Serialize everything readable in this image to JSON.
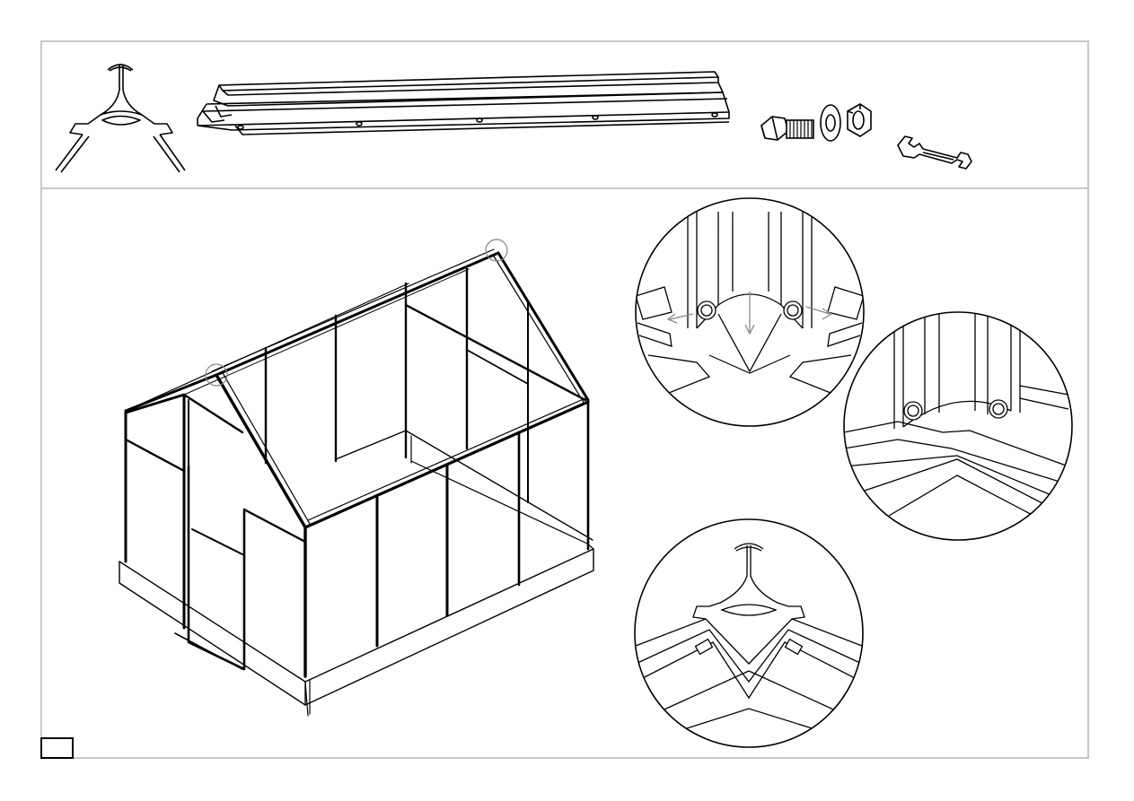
{
  "page": {
    "number": ""
  },
  "parts": [
    {
      "name": "ridge-connector"
    },
    {
      "name": "ridge-profile"
    },
    {
      "name": "bolt"
    },
    {
      "name": "washer"
    },
    {
      "name": "nut"
    },
    {
      "name": "spanner"
    }
  ],
  "details": [
    {
      "name": "detail-ridge-bolt-insertion"
    },
    {
      "name": "detail-ridge-bolts-fitted"
    },
    {
      "name": "detail-ridge-connector-fitted"
    }
  ],
  "colors": {
    "line": "#000000",
    "frame": "#c8c8c8",
    "leader": "#888888"
  }
}
